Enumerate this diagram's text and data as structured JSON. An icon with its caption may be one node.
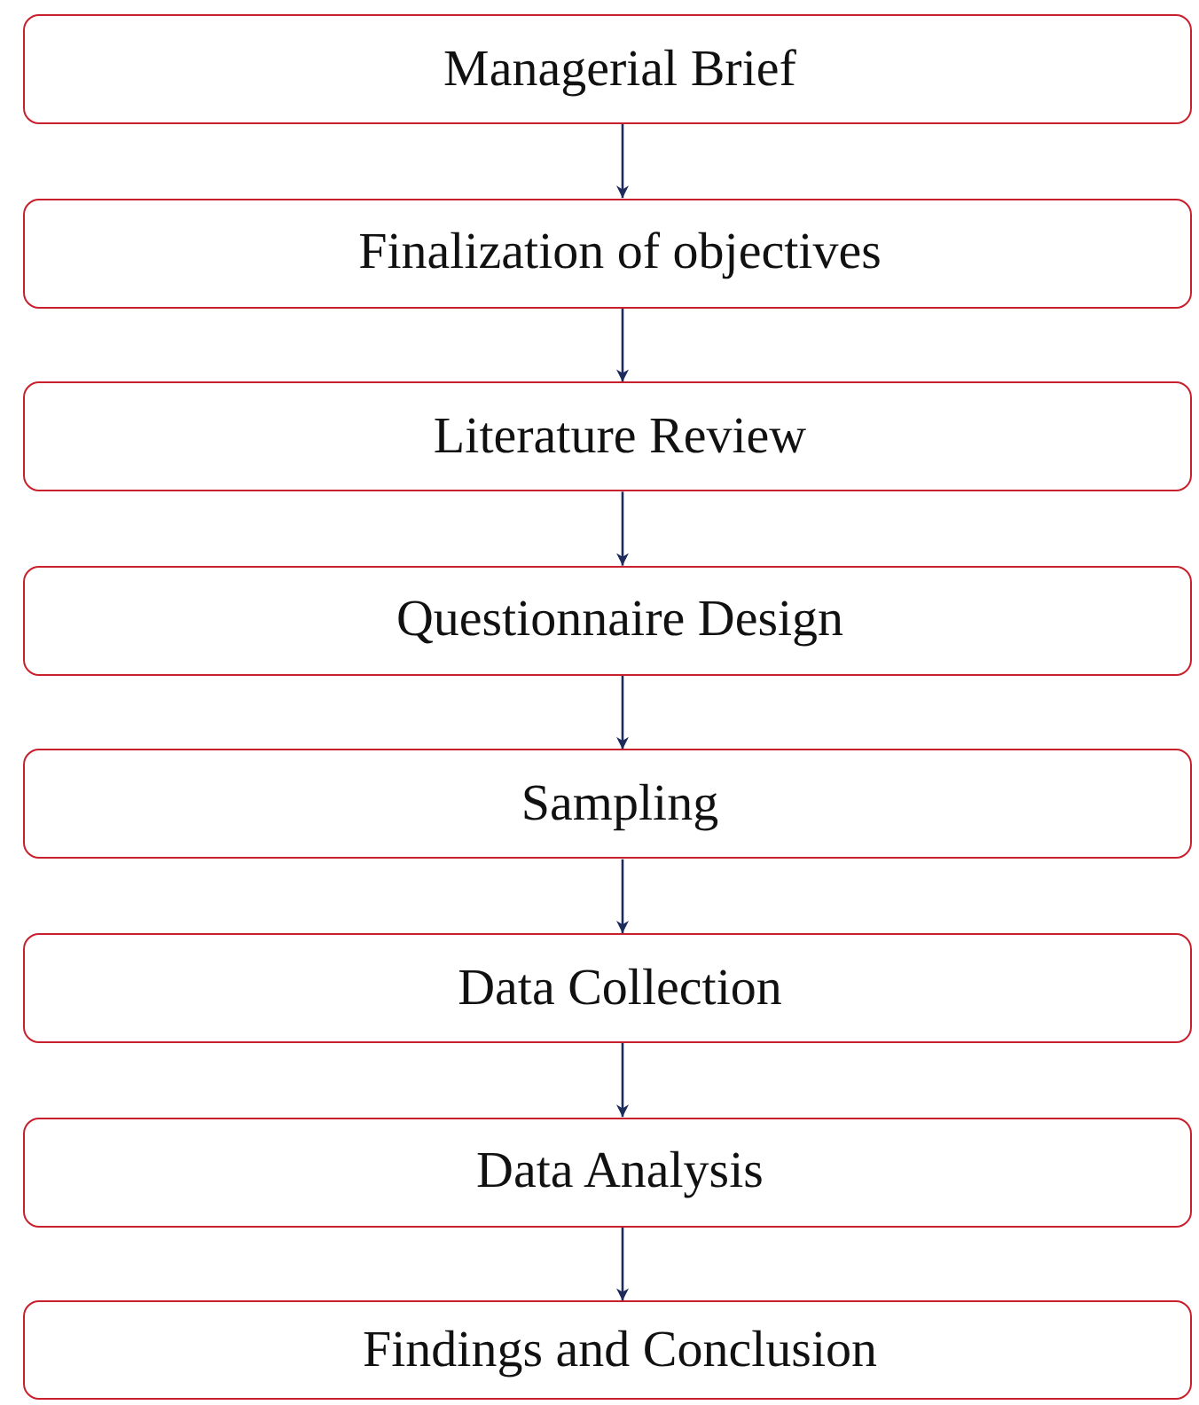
{
  "diagram": {
    "nodes": [
      {
        "text": [
          "Managerial Brief"
        ]
      },
      {
        "text": [
          "Finalization of objectives"
        ]
      },
      {
        "text": [
          "Literature Review"
        ]
      },
      {
        "text": [
          "Questionnaire Design"
        ]
      },
      {
        "text": [
          "Sampling"
        ]
      },
      {
        "text": [
          "Data Collection"
        ]
      },
      {
        "text": [
          "Data Analysis"
        ]
      },
      {
        "text": [
          "Findings and Conclusion"
        ]
      }
    ],
    "edges": [
      {
        "from": 0,
        "to": 1,
        "arrow": "to"
      },
      {
        "from": 1,
        "to": 2,
        "arrow": "to"
      },
      {
        "from": 2,
        "to": 3,
        "arrow": "to"
      },
      {
        "from": 3,
        "to": 4,
        "arrow": "to"
      },
      {
        "from": 4,
        "to": 5,
        "arrow": "to"
      },
      {
        "from": 5,
        "to": 6,
        "arrow": "to"
      },
      {
        "from": 6,
        "to": 7,
        "arrow": "to"
      }
    ]
  }
}
